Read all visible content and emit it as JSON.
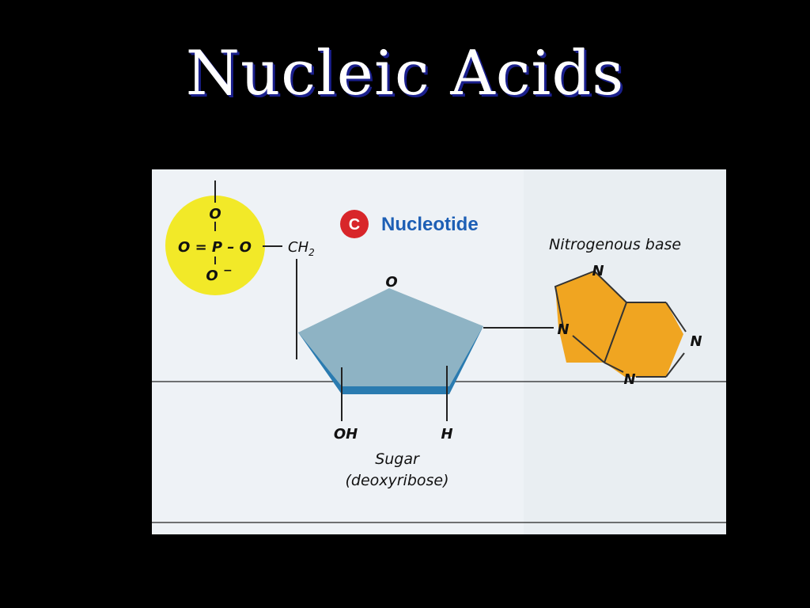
{
  "slide": {
    "title": "Nucleic Acids"
  },
  "figure": {
    "panel_letter": "C",
    "panel_title": "Nucleotide",
    "phosphate": {
      "top_o": "O",
      "left_o_eq": "O = P – O",
      "bottom_o": "O",
      "bottom_charge": "−",
      "ch2": "CH",
      "ch2_sub": "2"
    },
    "sugar": {
      "ring_o": "O",
      "oh": "OH",
      "h": "H",
      "label": "Sugar",
      "sublabel": "(deoxyribose)"
    },
    "base": {
      "label": "Nitrogenous base",
      "n_top": "N",
      "n_left": "N",
      "n_right": "N",
      "n_bottom": "N"
    },
    "colors": {
      "phosphate": "#f2e928",
      "sugar_top": "#8eb3c4",
      "sugar_side": "#2a7bb0",
      "base": "#f0a521",
      "badge": "#d8262a",
      "title_blue": "#1d5fb5"
    }
  }
}
